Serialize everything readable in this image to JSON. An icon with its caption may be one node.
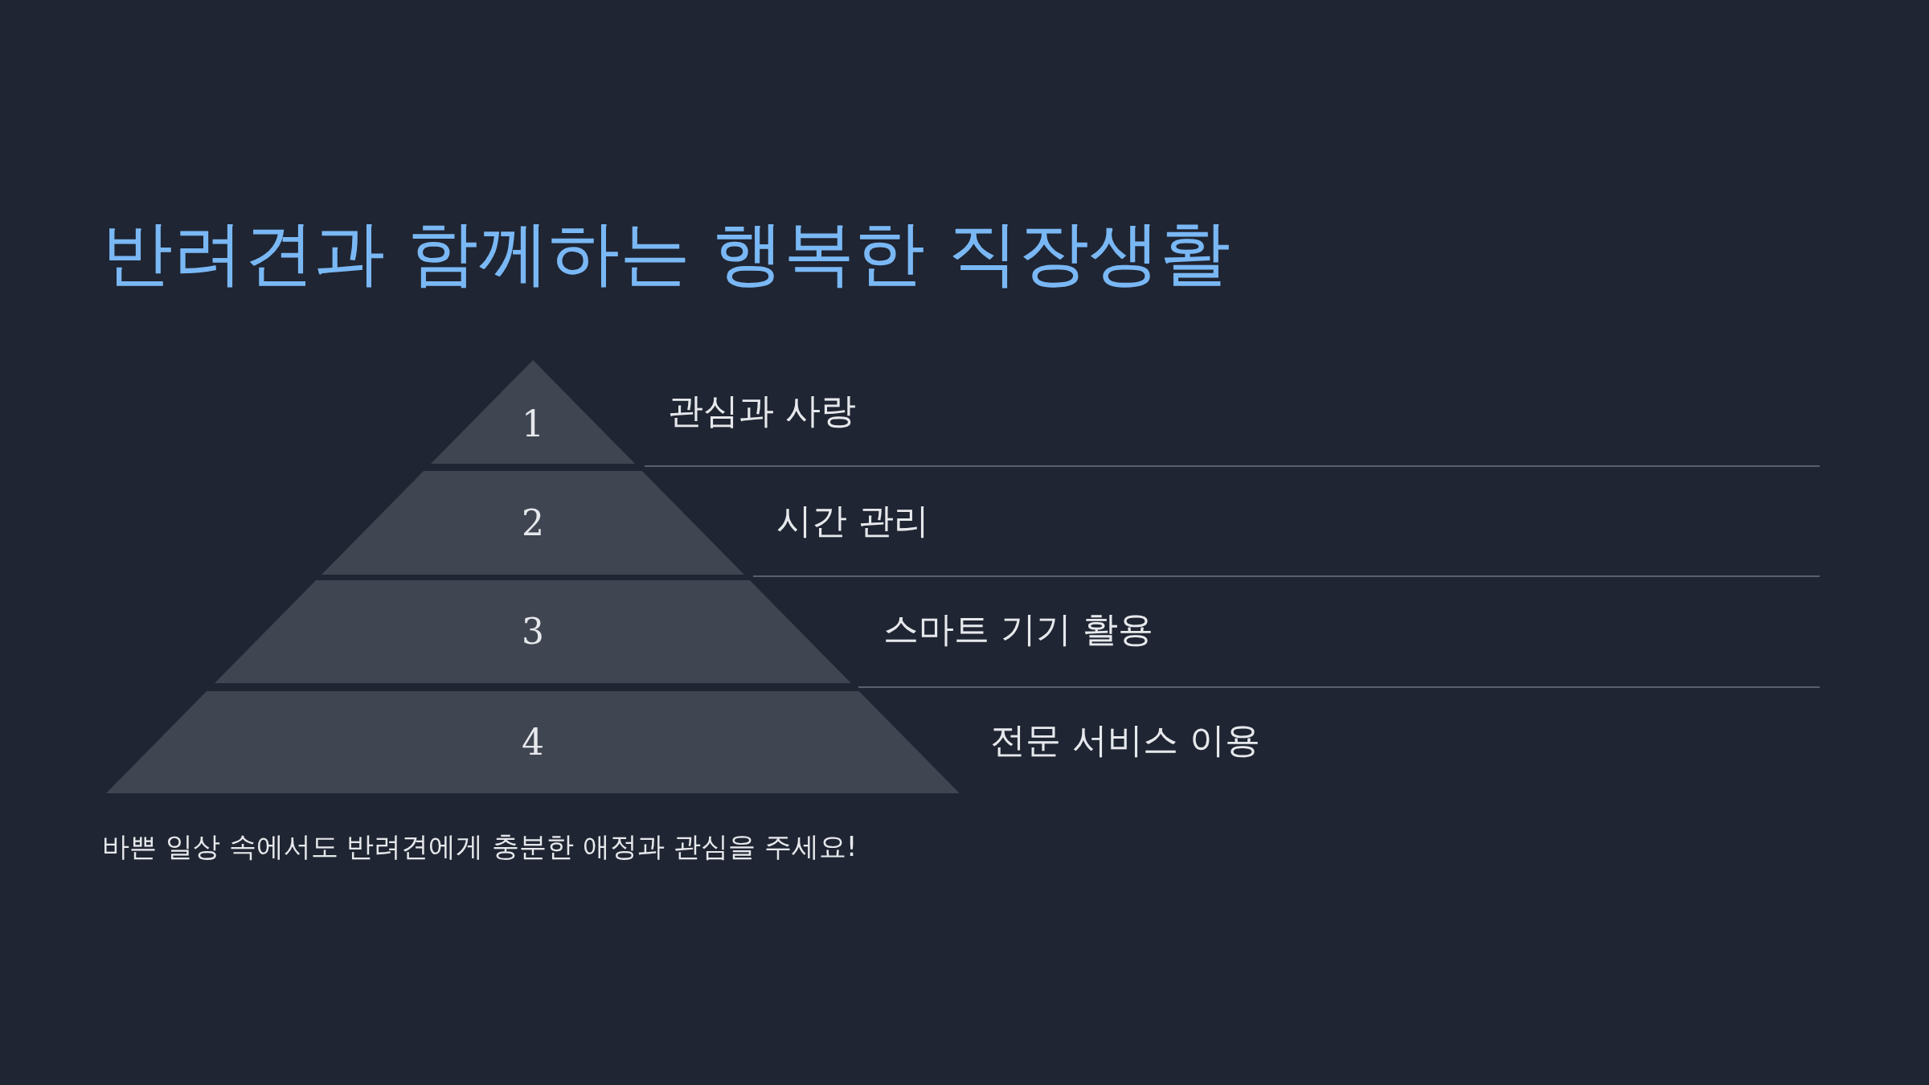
{
  "diagram": {
    "title": "반려견과 함께하는 행복한 직장생활",
    "nodes": [
      {
        "text": [
          "1"
        ],
        "beside": [
          "관심과 사랑"
        ]
      },
      {
        "text": [
          "2"
        ],
        "beside": [
          "시간 관리"
        ]
      },
      {
        "text": [
          "3"
        ],
        "beside": [
          "스마트 기기 활용"
        ]
      },
      {
        "text": [
          "4"
        ],
        "beside": [
          "전문 서비스 이용"
        ]
      }
    ],
    "caption": "바쁜 일상 속에서도 반려견에게 충분한 애정과 관심을 주세요!"
  }
}
